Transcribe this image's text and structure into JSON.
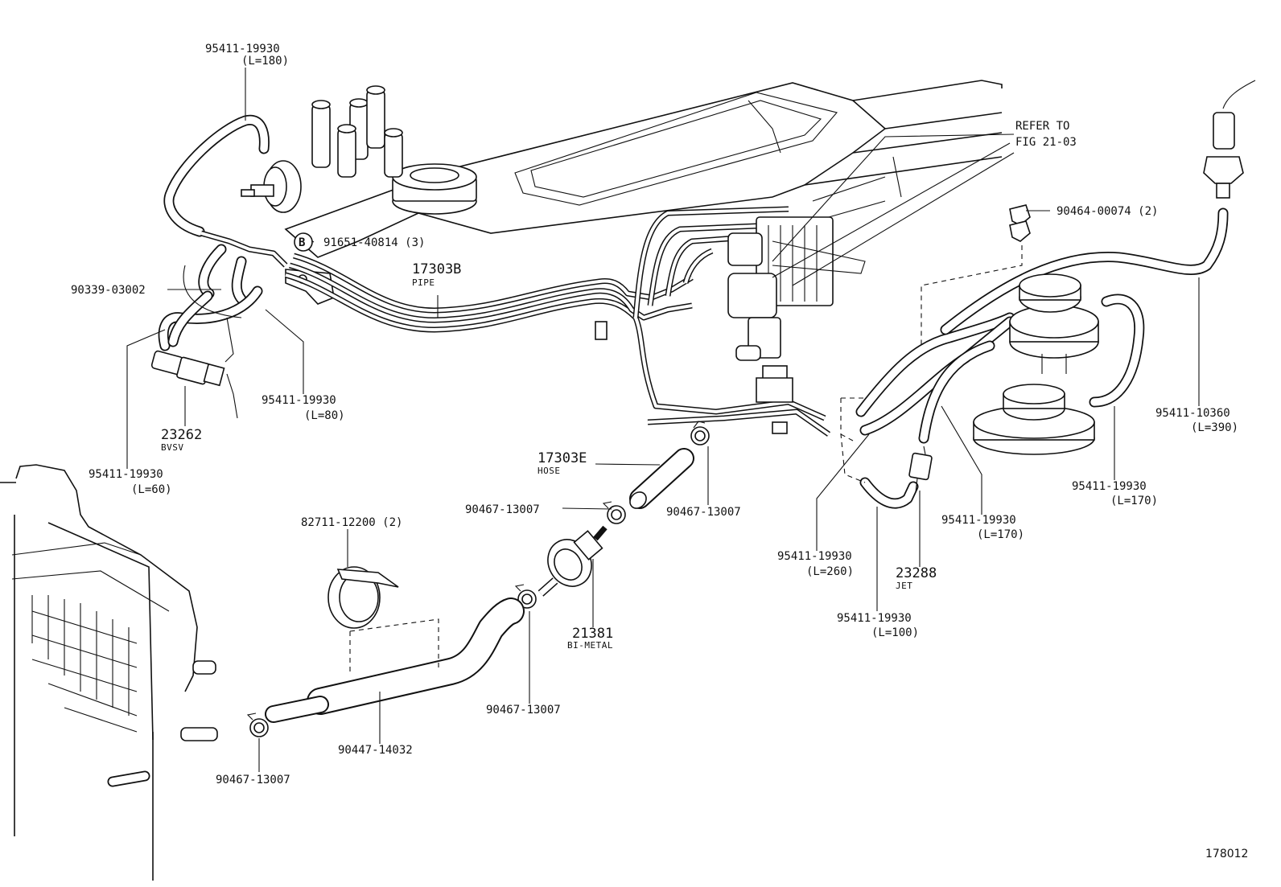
{
  "labels": {
    "hose_95411_19930_l180": {
      "part": "95411-19930",
      "note": "(L=180)"
    },
    "ref_fig": {
      "line1": "REFER TO",
      "line2": "FIG 21-03"
    },
    "bolt_b": {
      "mark": "B",
      "part": "91651-40814 (3)"
    },
    "clamp_90464": {
      "part": "90464-00074 (2)"
    },
    "pipe_17303b": {
      "part": "17303B",
      "name": "PIPE"
    },
    "pin_90339": {
      "part": "90339-03002"
    },
    "hose_95411_19930_l80": {
      "part": "95411-19930",
      "note": "(L=80)"
    },
    "bvsv_23262": {
      "part": "23262",
      "name": "BVSV"
    },
    "hose_95411_19930_l60": {
      "part": "95411-19930",
      "note": "(L=60)"
    },
    "hose_17303e": {
      "part": "17303E",
      "name": "HOSE"
    },
    "clip_90467_a": {
      "part": "90467-13007"
    },
    "clip_90467_b": {
      "part": "90467-13007"
    },
    "clip_90467_c": {
      "part": "90467-13007"
    },
    "clip_90467_d": {
      "part": "90467-13007"
    },
    "clamp_82711": {
      "part": "82711-12200 (2)"
    },
    "bimetal_21381": {
      "part": "21381",
      "name": "BI-METAL"
    },
    "hose_90447": {
      "part": "90447-14032"
    },
    "hose_95411_10360": {
      "part": "95411-10360",
      "note": "(L=390)"
    },
    "hose_95411_19930_l170a": {
      "part": "95411-19930",
      "note": "(L=170)"
    },
    "hose_95411_19930_l170b": {
      "part": "95411-19930",
      "note": "(L=170)"
    },
    "hose_95411_19930_l260": {
      "part": "95411-19930",
      "note": "(L=260)"
    },
    "jet_23288": {
      "part": "23288",
      "name": "JET"
    },
    "hose_95411_19930_l100": {
      "part": "95411-19930",
      "note": "(L=100)"
    },
    "figure_number": "178012"
  }
}
